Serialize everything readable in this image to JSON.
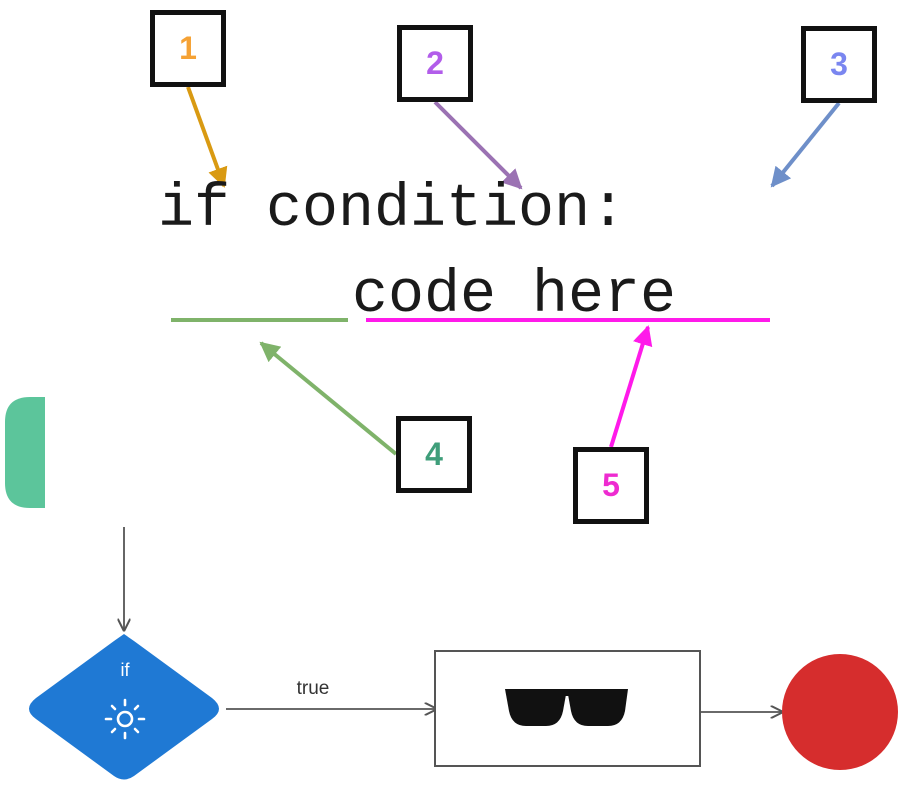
{
  "code": {
    "line1": "if condition:",
    "line2": "code here"
  },
  "callouts": [
    {
      "number": "1",
      "color": "#f5a235",
      "arrow_color": "#d99a12"
    },
    {
      "number": "2",
      "color": "#b25dea",
      "arrow_color": "#9b72b3"
    },
    {
      "number": "3",
      "color": "#7a86f0",
      "arrow_color": "#6e8fc9"
    },
    {
      "number": "4",
      "color": "#3f9e7a",
      "arrow_color": "#7fb36a"
    },
    {
      "number": "5",
      "color": "#ee2bd0",
      "arrow_color": "#ff1aea"
    }
  ],
  "underline_colors": {
    "indent": "#7fb36a",
    "code": "#ff1aea"
  },
  "flowchart": {
    "decision_label": "if",
    "decision_icon": "sun-icon",
    "edge_label": "true",
    "action_icon": "sunglasses-icon",
    "colors": {
      "start_node": "#5cc59b",
      "decision_node": "#1f79d4",
      "end_node": "#d62d2d",
      "edge": "#555555"
    }
  }
}
